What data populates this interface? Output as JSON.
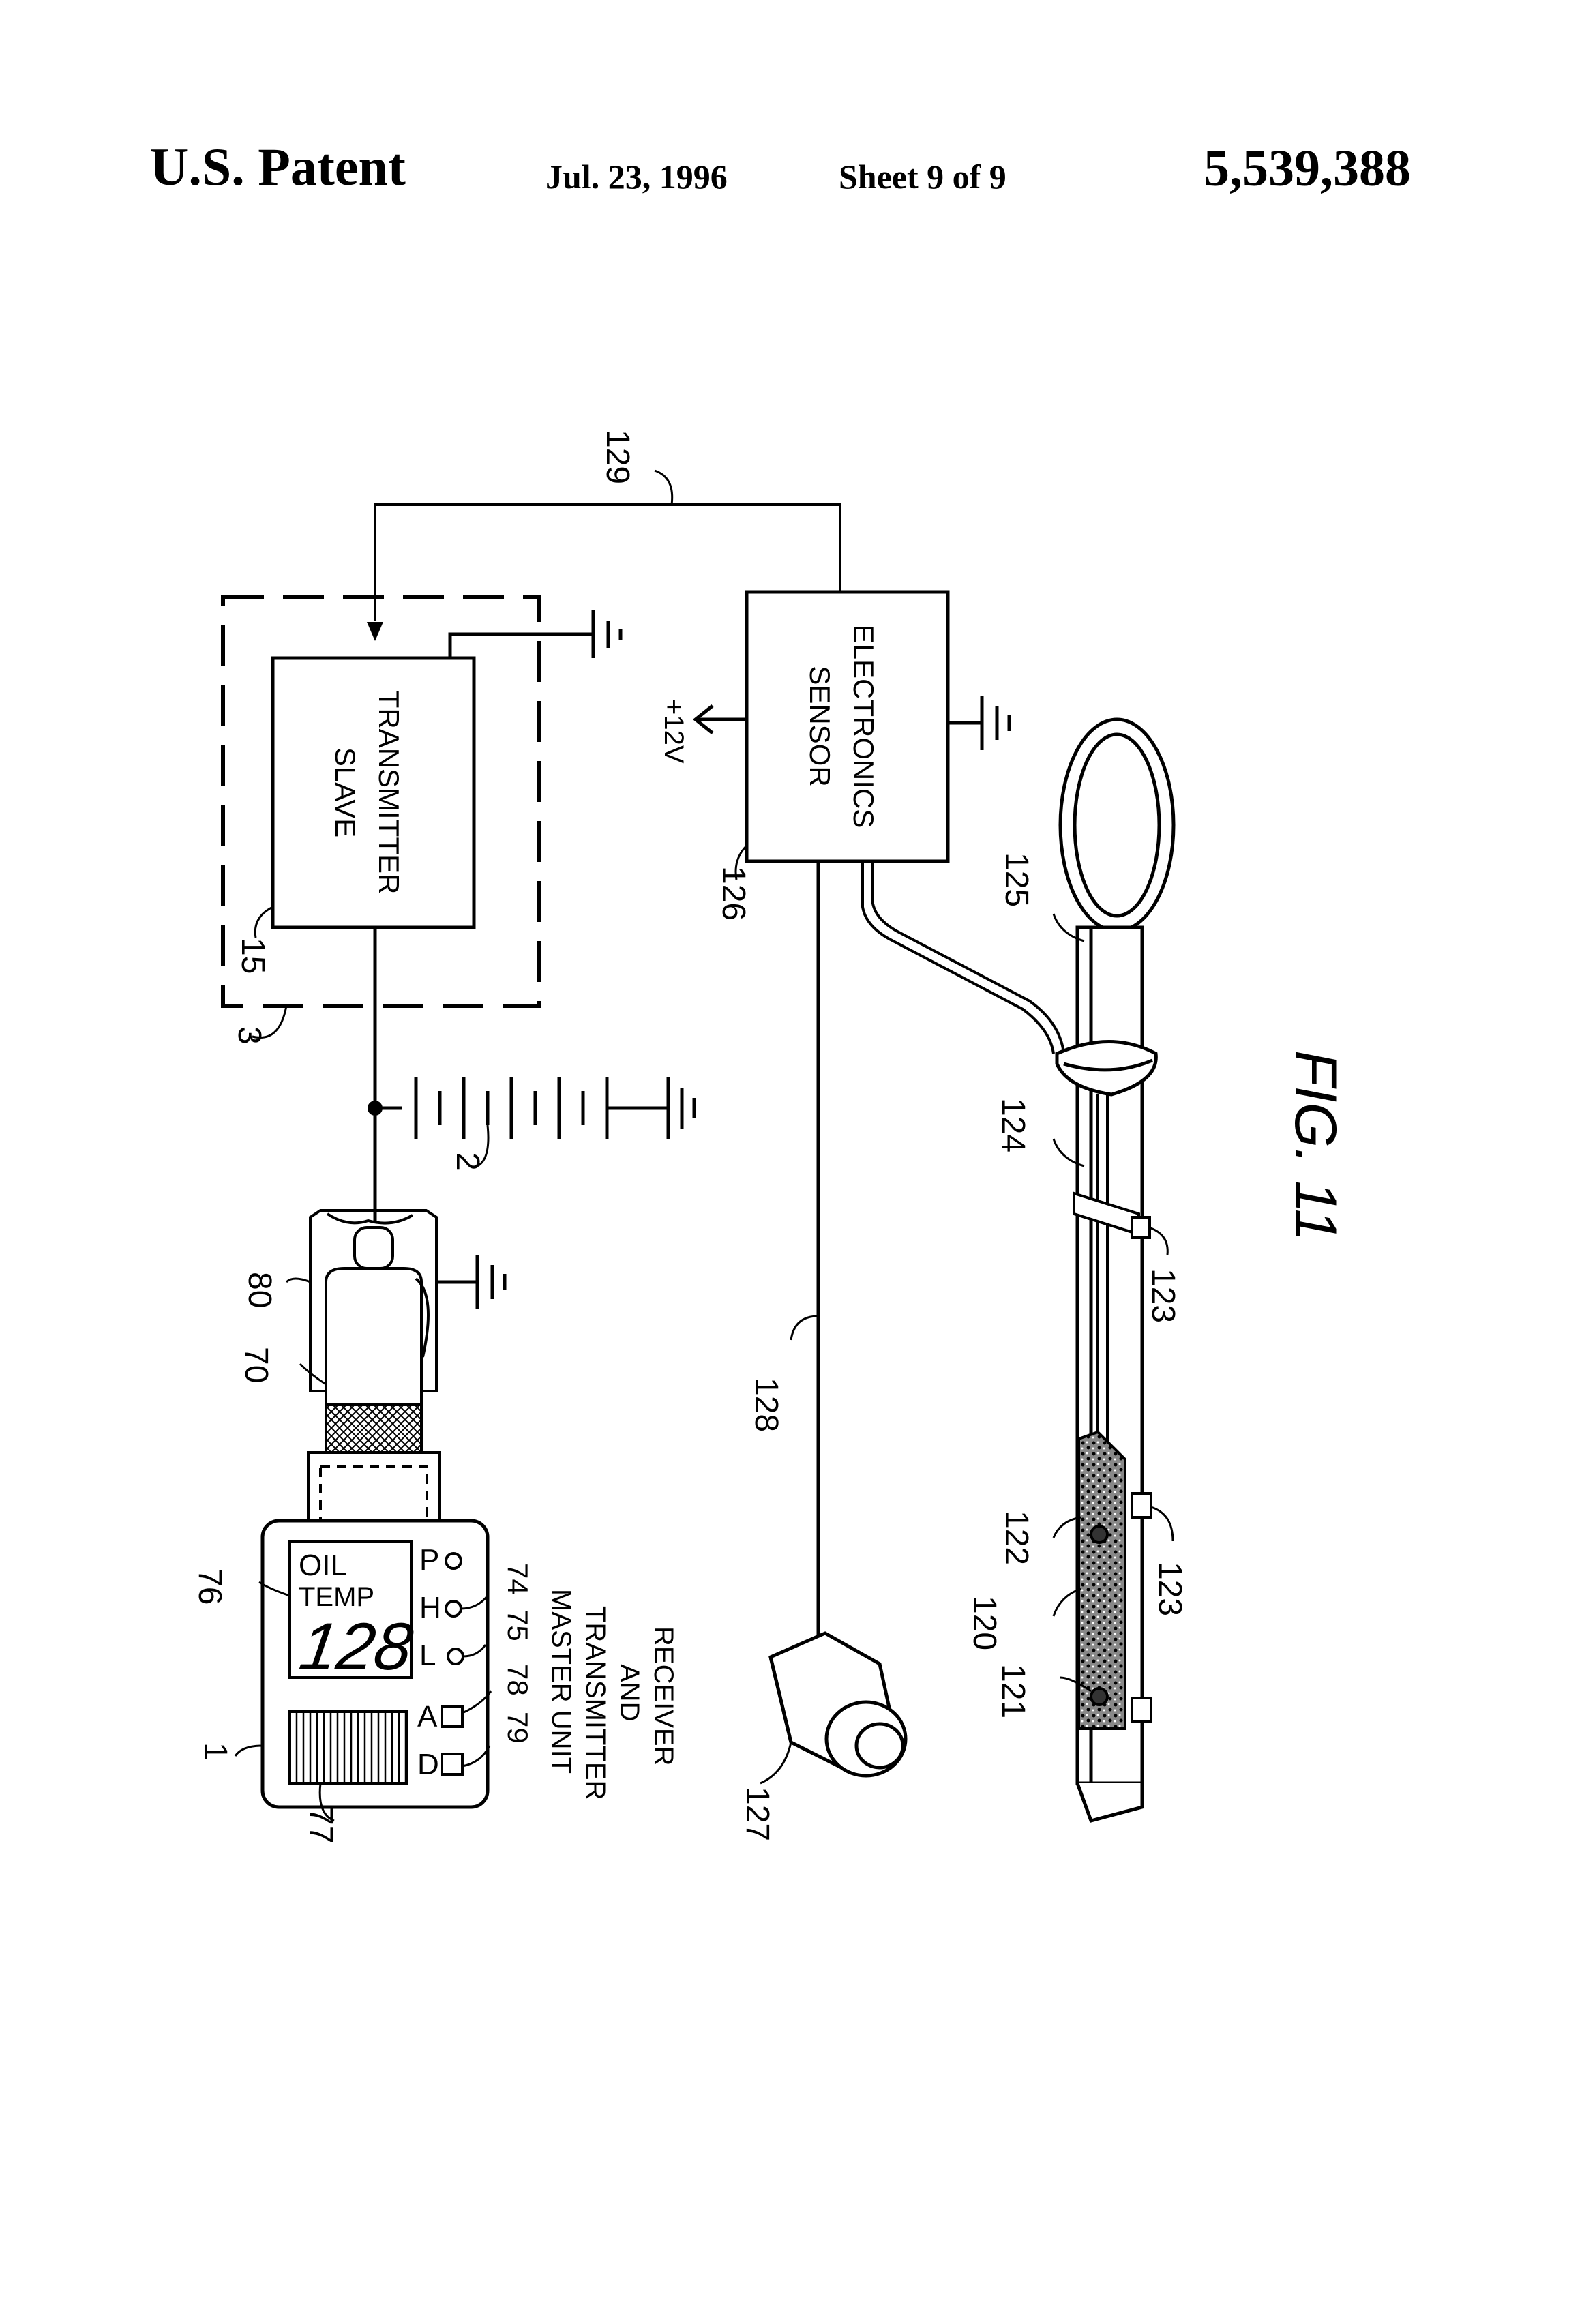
{
  "header": {
    "patent_label": "U.S. Patent",
    "date": "Jul. 23, 1996",
    "sheet": "Sheet 9 of 9",
    "patent_number": "5,539,388"
  },
  "figure": {
    "title": "FIG. 11",
    "block_slave_transmitter": [
      "SLAVE",
      "TRANSMITTER"
    ],
    "block_sensor_electronics": [
      "SENSOR",
      "ELECTRONICS"
    ],
    "supply_label": "+12V",
    "display_lines": [
      "OIL",
      "TEMP"
    ],
    "display_value": "128",
    "indicator_p": "P",
    "indicator_h": "H",
    "indicator_l": "L",
    "button_a": "A",
    "button_d": "D",
    "master_unit_caption": [
      "MASTER UNIT",
      "TRANSMITTER",
      "AND",
      "RECEIVER"
    ],
    "refs": {
      "r1": "1",
      "r2": "2",
      "r3": "3",
      "r15": "15",
      "r70": "70",
      "r74": "74",
      "r75": "75",
      "r76": "76",
      "r77": "77",
      "r78": "78",
      "r79": "79",
      "r80": "80",
      "r120": "120",
      "r121": "121",
      "r122": "122",
      "r123a": "123",
      "r123b": "123",
      "r124": "124",
      "r125": "125",
      "r126": "126",
      "r127": "127",
      "r128": "128",
      "r129": "129"
    }
  }
}
